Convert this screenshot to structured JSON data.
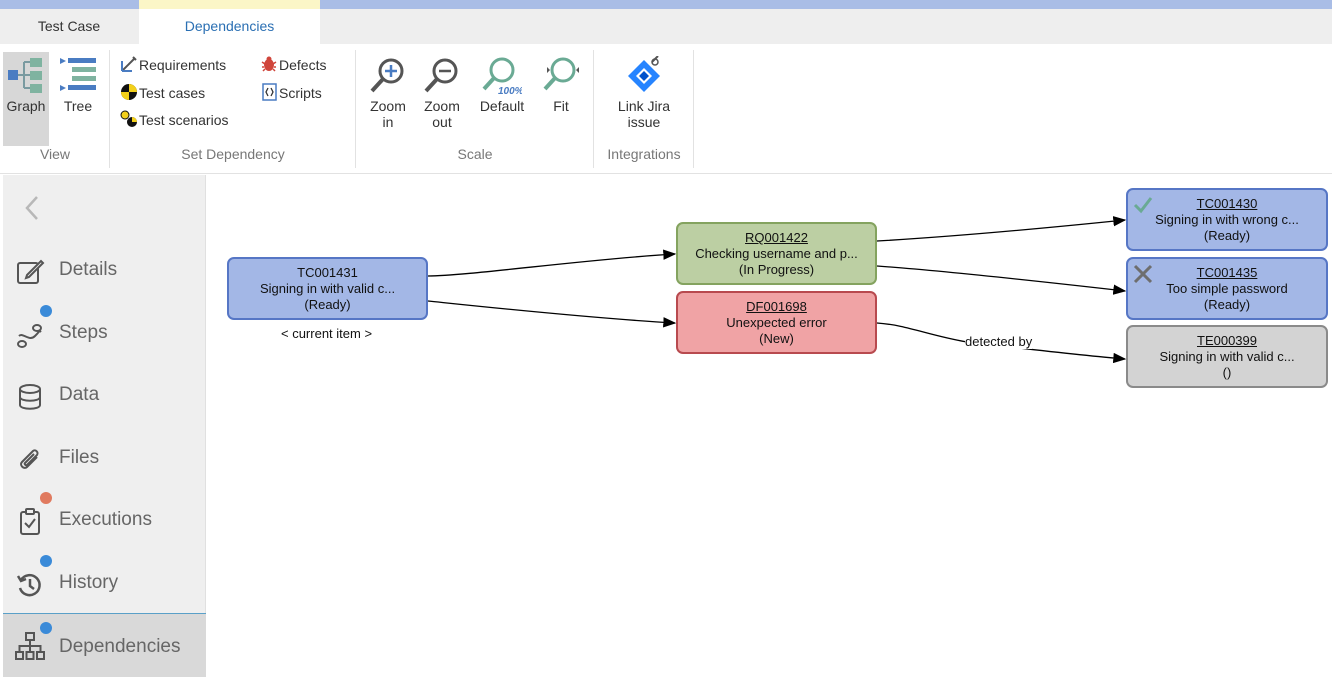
{
  "tabs": [
    {
      "label": "Test Case"
    },
    {
      "label": "Dependencies"
    }
  ],
  "ribbon": {
    "view": {
      "label": "View",
      "graph": "Graph",
      "tree": "Tree"
    },
    "set_dependency": {
      "label": "Set Dependency",
      "requirements": "Requirements",
      "test_cases": "Test cases",
      "test_scenarios": "Test scenarios",
      "defects": "Defects",
      "scripts": "Scripts"
    },
    "scale": {
      "label": "Scale",
      "zoom_in_1": "Zoom",
      "zoom_in_2": "in",
      "zoom_out_1": "Zoom",
      "zoom_out_2": "out",
      "default": "Default",
      "fit": "Fit"
    },
    "integrations": {
      "label": "Integrations",
      "link_jira_1": "Link Jira",
      "link_jira_2": "issue"
    }
  },
  "sidebar": {
    "items": [
      {
        "label": "Details",
        "icon": "edit-icon"
      },
      {
        "label": "Steps",
        "icon": "steps-icon",
        "dot": "#3a8ad8"
      },
      {
        "label": "Data",
        "icon": "database-icon"
      },
      {
        "label": "Files",
        "icon": "paperclip-icon"
      },
      {
        "label": "Executions",
        "icon": "clipboard-check-icon",
        "dot": "#e07a5f"
      },
      {
        "label": "History",
        "icon": "history-icon",
        "dot": "#3a8ad8"
      },
      {
        "label": "Dependencies",
        "icon": "sitemap-icon",
        "dot": "#3a8ad8"
      }
    ]
  },
  "graph": {
    "current": {
      "id": "TC001431",
      "title": "Signing in with valid c...",
      "status": "(Ready)",
      "caption": "< current item >"
    },
    "requirement": {
      "id": "RQ001422",
      "title": "Checking username and p...",
      "status": "(In Progress)"
    },
    "defect": {
      "id": "DF001698",
      "title": "Unexpected error",
      "status": "(New)"
    },
    "tc_pass": {
      "id": "TC001430",
      "title": "Signing in with wrong c...",
      "status": "(Ready)",
      "marker": "check-icon"
    },
    "tc_fail": {
      "id": "TC001435",
      "title": "Too simple password",
      "status": "(Ready)",
      "marker": "cross-icon"
    },
    "scenario": {
      "id": "TE000399",
      "title": "Signing in with valid c...",
      "status": "()"
    },
    "edge_label": "detected by"
  },
  "colors": {
    "test_case": "#a3b7e6",
    "requirement": "#bccfa3",
    "defect": "#f0a3a5",
    "scenario": "#d3d3d3",
    "accent": "#2a6fb3"
  }
}
